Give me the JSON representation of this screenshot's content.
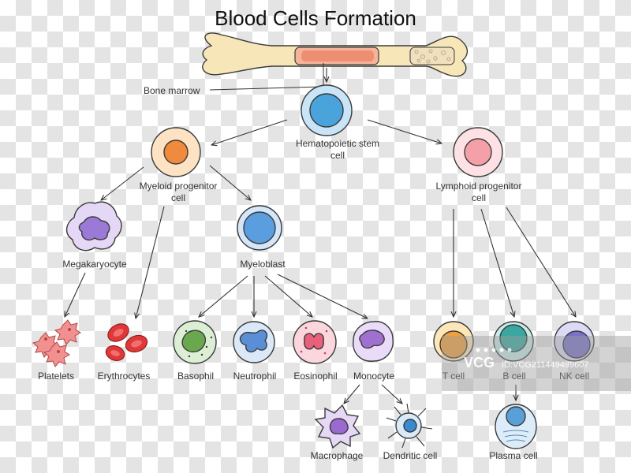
{
  "title": "Blood Cells Formation",
  "labels": {
    "bone_marrow": "Bone marrow",
    "stem_cell_line1": "Hematopoietic stem",
    "stem_cell_line2": "cell",
    "myeloid_line1": "Myeloid progenitor",
    "myeloid_line2": "cell",
    "lymphoid_line1": "Lymphoid progenitor",
    "lymphoid_line2": "cell",
    "megakaryocyte": "Megakaryocyte",
    "myeloblast": "Myeloblast",
    "platelets": "Platelets",
    "erythrocytes": "Erythrocytes",
    "basophil": "Basophil",
    "neutrophil": "Neutrophil",
    "eosinophil": "Eosinophil",
    "monocyte": "Monocyte",
    "t_cell": "T cell",
    "b_cell": "B cell",
    "nk_cell": "NK cell",
    "macrophage": "Macrophage",
    "dendritic_cell": "Dendritic cell",
    "plasma_cell": "Plasma cell"
  },
  "watermark": {
    "brand": "VCG",
    "id": "ID:VCG211449499607"
  },
  "colors": {
    "stem": "#4ba3dc",
    "myeloid": "#f08a3c",
    "lymphoid": "#f4a0a8",
    "myeloblast": "#5a9ee0",
    "megakaryocyte": "#9a7ad6",
    "erythrocyte": "#e03838",
    "basophil": "#6aa84f",
    "neutrophil": "#5a8fd8",
    "eosinophil": "#e8607a",
    "monocyte": "#a070d0",
    "t_cell": "#f0a040",
    "b_cell": "#3aa8a0",
    "nk_cell": "#7a72c8",
    "plasma": "#5aa0d8"
  }
}
